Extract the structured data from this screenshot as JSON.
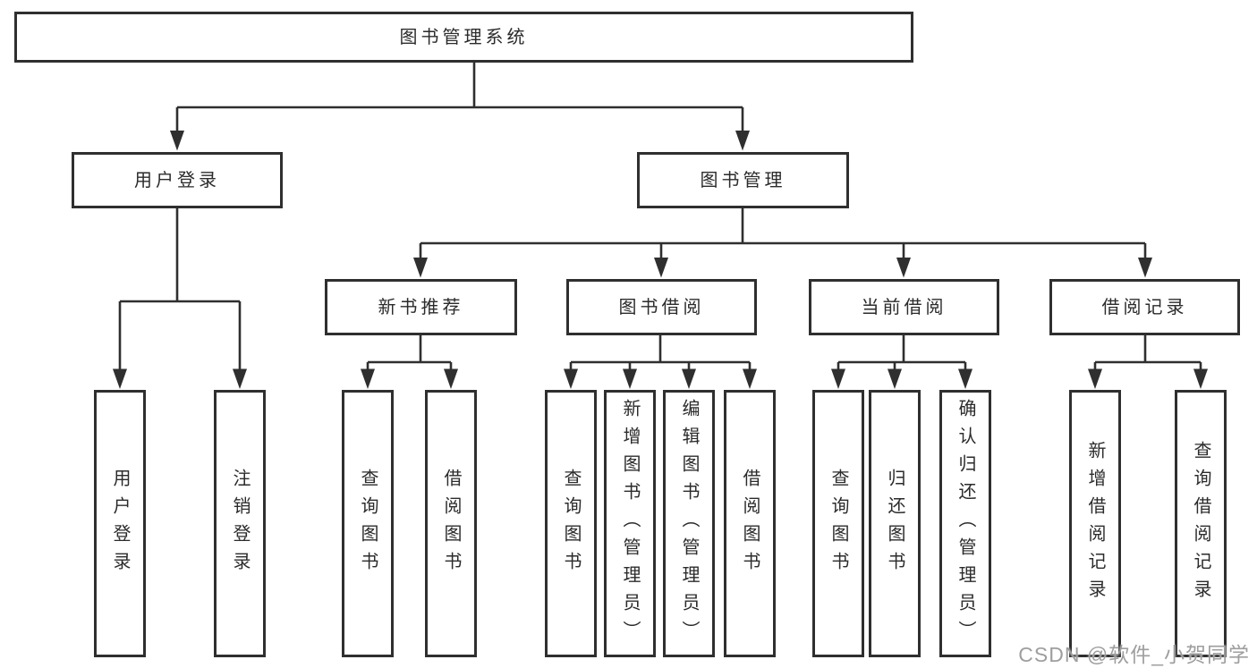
{
  "colors": {
    "line": "#2f2f2f",
    "box_border": "#2f2f2f",
    "text": "#2b2b2b",
    "watermark": "#9e9e9e"
  },
  "watermark": {
    "text": "CSDN @软件_小贺同学"
  },
  "tree": {
    "root": {
      "label": "图书管理系统"
    },
    "branches": [
      {
        "label": "用户登录",
        "children": [
          {
            "label": "用户登录"
          },
          {
            "label": "注销登录"
          }
        ]
      },
      {
        "label": "图书管理",
        "children": [
          {
            "label": "新书推荐",
            "children": [
              {
                "label": "查询图书"
              },
              {
                "label": "借阅图书"
              }
            ]
          },
          {
            "label": "图书借阅",
            "children": [
              {
                "label": "查询图书"
              },
              {
                "label": "新增图书（管理员）"
              },
              {
                "label": "编辑图书（管理员）"
              },
              {
                "label": "借阅图书"
              }
            ]
          },
          {
            "label": "当前借阅",
            "children": [
              {
                "label": "查询图书"
              },
              {
                "label": "归还图书"
              },
              {
                "label": "确认归还（管理员）"
              }
            ]
          },
          {
            "label": "借阅记录",
            "children": [
              {
                "label": "新增借阅记录"
              },
              {
                "label": "查询借阅记录"
              }
            ]
          }
        ]
      }
    ]
  }
}
